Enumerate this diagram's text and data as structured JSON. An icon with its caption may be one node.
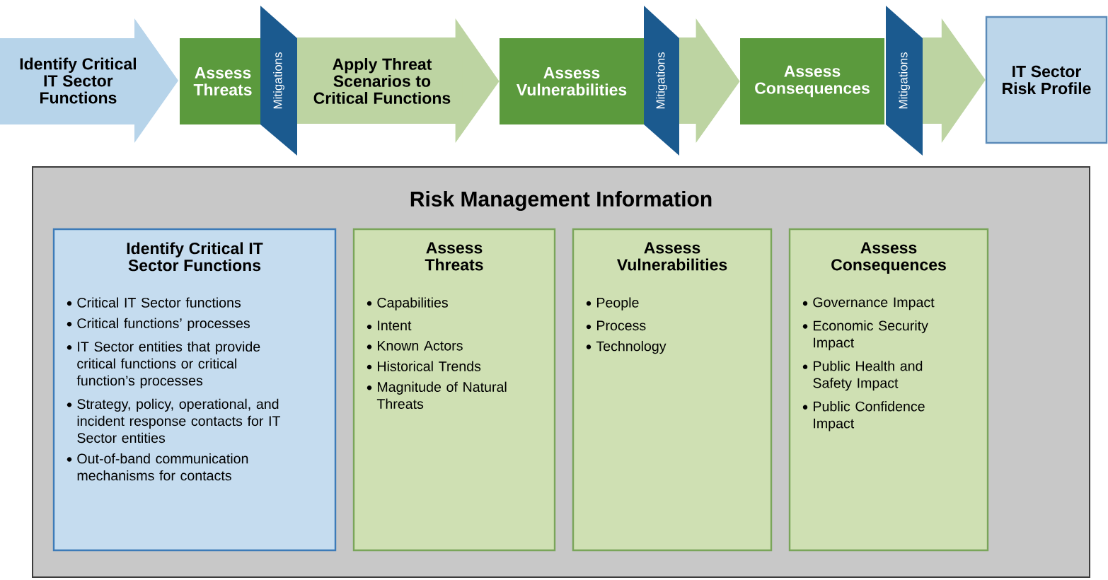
{
  "diagram": {
    "nodes": [
      {
        "text": [
          "Identify Critical IT Sector Functions"
        ]
      },
      {
        "text": [
          "Assess Threats"
        ]
      },
      {
        "text": [
          "Mitigations"
        ]
      },
      {
        "text": [
          "Assess Vulnerabilities"
        ]
      },
      {
        "text": [
          "Mitigations"
        ]
      },
      {
        "text": [
          "Assess Consequences"
        ]
      },
      {
        "text": [
          "Mitigations"
        ]
      },
      {
        "text": [
          "IT Sector Risk Profile"
        ]
      },
      {
        "text": [
          "Risk Management Information"
        ]
      },
      {
        "text": [
          "Identify Critical IT Sector Functions",
          "Critical IT Sector functions",
          "Critical functions’ processes",
          "IT Sector entities that provide critical functions or critical function’s processes",
          "Strategy, policy, operational, and incident response contacts for IT Sector entities",
          "Out-of-band communication mechanisms for contacts"
        ],
        "in": 8
      },
      {
        "text": [
          "Assess Threats",
          "Capabilities",
          "Intent",
          "Known Actors",
          "Historical Trends",
          "Magnitude of Natural Threats"
        ],
        "in": 8
      },
      {
        "text": [
          "Assess Vulnerabilities",
          "People",
          "Process",
          "Technology"
        ],
        "in": 8
      },
      {
        "text": [
          "Assess Consequences",
          "Governance Impact",
          "Economic Security Impact",
          "Public Health and Safety Impact",
          "Public Confidence Impact"
        ],
        "in": 8
      }
    ],
    "edges": [
      {
        "from": 2,
        "to": 3,
        "arrow": "to",
        "label": "Apply Threat Scenarios to Critical Functions"
      },
      {
        "from": 4,
        "to": 5,
        "arrow": "to"
      },
      {
        "from": 6,
        "to": 7,
        "arrow": "to"
      }
    ]
  }
}
